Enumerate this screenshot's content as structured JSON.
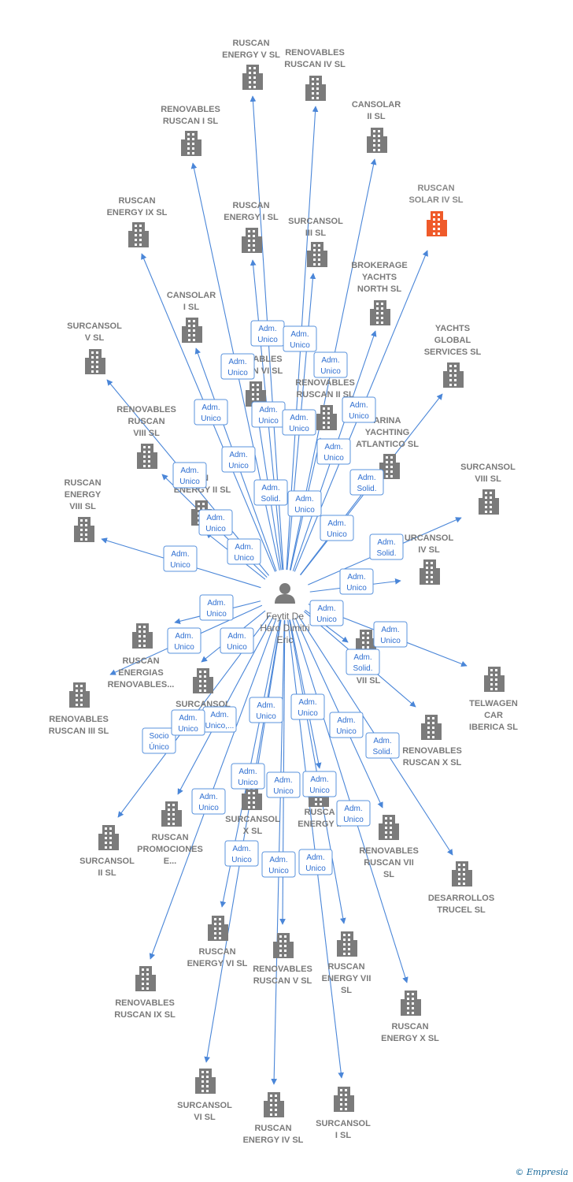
{
  "center_person": {
    "name": [
      "Feytit De",
      "Haro Dimitri",
      "Eric"
    ],
    "icon": "person-icon"
  },
  "colors": {
    "edge": "#4a86d8",
    "node": "#7b7b7b",
    "highlight": "#ef5a2a",
    "box_border": "#5a93dd"
  },
  "companies": [
    {
      "id": "ruscan-energy-v",
      "label": [
        "RUSCAN",
        "ENERGY V  SL"
      ]
    },
    {
      "id": "renovables-ruscan-iv",
      "label": [
        "RENOVABLES",
        "RUSCAN IV  SL"
      ]
    },
    {
      "id": "renovables-ruscan-i",
      "label": [
        "RENOVABLES",
        "RUSCAN I  SL"
      ]
    },
    {
      "id": "cansolar-ii",
      "label": [
        "CANSOLAR",
        "II  SL"
      ]
    },
    {
      "id": "ruscan-solar-iv",
      "label": [
        "RUSCAN",
        "SOLAR IV  SL"
      ],
      "highlight": true
    },
    {
      "id": "ruscan-energy-ix",
      "label": [
        "RUSCAN",
        "ENERGY IX  SL"
      ]
    },
    {
      "id": "ruscan-energy-i",
      "label": [
        "RUSCAN",
        "ENERGY I  SL"
      ]
    },
    {
      "id": "surcansol-iii",
      "label": [
        "SURCANSOL",
        "III  SL"
      ]
    },
    {
      "id": "brokerage-yachts-north",
      "label": [
        "BROKERAGE",
        "YACHTS",
        "NORTH  SL"
      ]
    },
    {
      "id": "cansolar-i",
      "label": [
        "CANSOLAR",
        "I  SL"
      ]
    },
    {
      "id": "surcansol-v",
      "label": [
        "SURCANSOL",
        "V  SL"
      ]
    },
    {
      "id": "yachts-global-services",
      "label": [
        "YACHTS",
        "GLOBAL",
        "SERVICES  SL"
      ]
    },
    {
      "id": "renovables-ruscan-vi",
      "label": [
        "ABLES",
        "N VI  SL"
      ]
    },
    {
      "id": "renovables-ruscan-ii",
      "label": [
        "RENOVABLES",
        "RUSCAN II  SL"
      ]
    },
    {
      "id": "marina-yachting-atlantico",
      "label": [
        "ARINA",
        "YACHTING",
        "ATLANTICO  SL"
      ]
    },
    {
      "id": "renovables-ruscan-viii",
      "label": [
        "RENOVABLES",
        "RUSCAN",
        "VIII  SL"
      ]
    },
    {
      "id": "surcansol-viii",
      "label": [
        "SURCANSOL",
        "VIII  SL"
      ]
    },
    {
      "id": "ruscan-energy-ii",
      "label": [
        "AN",
        "ENERGY II  SL"
      ]
    },
    {
      "id": "ruscan-energy-viii",
      "label": [
        "RUSCAN",
        "ENERGY",
        "VIII  SL"
      ]
    },
    {
      "id": "surcansol-iv",
      "label": [
        "URCANSOL",
        "IV  SL"
      ]
    },
    {
      "id": "ruscan-energias-renovables",
      "label": [
        "RUSCAN",
        "ENERGIAS",
        "RENOVABLES..."
      ]
    },
    {
      "id": "surcansol-vii",
      "label": [
        "SOL",
        "VII  SL"
      ]
    },
    {
      "id": "telwagen-car-iberica",
      "label": [
        "TELWAGEN",
        "CAR",
        "IBERICA  SL"
      ]
    },
    {
      "id": "renovables-ruscan-iii",
      "label": [
        "RENOVABLES",
        "RUSCAN III  SL"
      ]
    },
    {
      "id": "surcansol-ix",
      "label": [
        "SURCANSOL",
        ""
      ]
    },
    {
      "id": "renovables-ruscan-x",
      "label": [
        "RENOVABLES",
        "RUSCAN X  SL"
      ]
    },
    {
      "id": "surcansol-ii",
      "label": [
        "SURCANSOL",
        "II  SL"
      ]
    },
    {
      "id": "ruscan-promociones",
      "label": [
        "RUSCAN",
        "PROMOCIONES",
        "E..."
      ]
    },
    {
      "id": "surcansol-x",
      "label": [
        "SURCANSOL",
        "X  SL"
      ]
    },
    {
      "id": "ruscan-energy-iii",
      "label": [
        "RUSCA",
        "ENERGY II"
      ]
    },
    {
      "id": "renovables-ruscan-vii",
      "label": [
        "RENOVABLES",
        "RUSCAN VII",
        "SL"
      ]
    },
    {
      "id": "desarrollos-trucel",
      "label": [
        "DESARROLLOS",
        "TRUCEL  SL"
      ]
    },
    {
      "id": "ruscan-energy-vi",
      "label": [
        "RUSCAN",
        "ENERGY VI  SL"
      ]
    },
    {
      "id": "renovables-ruscan-v",
      "label": [
        "RENOVABLES",
        "RUSCAN V  SL"
      ]
    },
    {
      "id": "ruscan-energy-vii",
      "label": [
        "RUSCAN",
        "ENERGY VII",
        "SL"
      ]
    },
    {
      "id": "renovables-ruscan-ix",
      "label": [
        "RENOVABLES",
        "RUSCAN IX  SL"
      ]
    },
    {
      "id": "ruscan-energy-x",
      "label": [
        "RUSCAN",
        "ENERGY X  SL"
      ]
    },
    {
      "id": "surcansol-vi",
      "label": [
        "SURCANSOL",
        "VI  SL"
      ]
    },
    {
      "id": "ruscan-energy-iv",
      "label": [
        "RUSCAN",
        "ENERGY IV  SL"
      ]
    },
    {
      "id": "surcansol-i",
      "label": [
        "SURCANSOL",
        "I  SL"
      ]
    }
  ],
  "relations": [
    {
      "label": [
        "Adm.",
        "Unico"
      ]
    },
    {
      "label": [
        "Adm.",
        "Unico"
      ]
    },
    {
      "label": [
        "Adm.",
        "Unico"
      ]
    },
    {
      "label": [
        "Adm.",
        "Unico"
      ]
    },
    {
      "label": [
        "Adm.",
        "Unico"
      ]
    },
    {
      "label": [
        "Adm.",
        "Unico"
      ]
    },
    {
      "label": [
        "Adm.",
        "Unico"
      ]
    },
    {
      "label": [
        "Adm.",
        "Unico"
      ]
    },
    {
      "label": [
        "Adm.",
        "Unico"
      ]
    },
    {
      "label": [
        "Adm.",
        "Solid."
      ]
    },
    {
      "label": [
        "Adm.",
        "Unico"
      ]
    },
    {
      "label": [
        "Adm.",
        "Solid."
      ]
    },
    {
      "label": [
        "Adm.",
        "Unico"
      ]
    },
    {
      "label": [
        "Adm.",
        "Unico"
      ]
    },
    {
      "label": [
        "Adm.",
        "Unico"
      ]
    },
    {
      "label": [
        "Adm.",
        "Unico"
      ]
    },
    {
      "label": [
        "Adm.",
        "Unico"
      ]
    },
    {
      "label": [
        "Adm.",
        "Solid."
      ]
    },
    {
      "label": [
        "Adm.",
        "Unico"
      ]
    },
    {
      "label": [
        "Adm.",
        "Unico"
      ]
    },
    {
      "label": [
        "Adm.",
        "Unico"
      ]
    },
    {
      "label": [
        "Adm.",
        "Unico"
      ]
    },
    {
      "label": [
        "Adm.",
        "Unico"
      ]
    },
    {
      "label": [
        "Adm.",
        "Unico"
      ]
    },
    {
      "label": [
        "Adm.",
        "Solid."
      ]
    },
    {
      "label": [
        "Adm.",
        "Unico"
      ]
    },
    {
      "label": [
        "Adm.",
        "Unico"
      ]
    },
    {
      "label": [
        "Adm.",
        "Unico,..."
      ]
    },
    {
      "label": [
        "Adm.",
        "Unico"
      ]
    },
    {
      "label": [
        "Adm.",
        "Unico"
      ]
    },
    {
      "label": [
        "Socio",
        "Único"
      ]
    },
    {
      "label": [
        "Adm.",
        "Unico"
      ]
    },
    {
      "label": [
        "Adm.",
        "Solid."
      ]
    },
    {
      "label": [
        "Adm.",
        "Unico"
      ]
    },
    {
      "label": [
        "Adm.",
        "Unico"
      ]
    },
    {
      "label": [
        "Adm.",
        "Unico"
      ]
    },
    {
      "label": [
        "Adm.",
        "Unico"
      ]
    },
    {
      "label": [
        "Adm.",
        "Unico"
      ]
    },
    {
      "label": [
        "Adm.",
        "Unico"
      ]
    },
    {
      "label": [
        "Adm.",
        "Unico"
      ]
    },
    {
      "label": [
        "Adm.",
        "Unico"
      ]
    },
    {
      "label": [
        "Adm.",
        "Unico"
      ]
    }
  ],
  "footer": {
    "copyright_symbol": "©",
    "brand": "Empresia"
  }
}
